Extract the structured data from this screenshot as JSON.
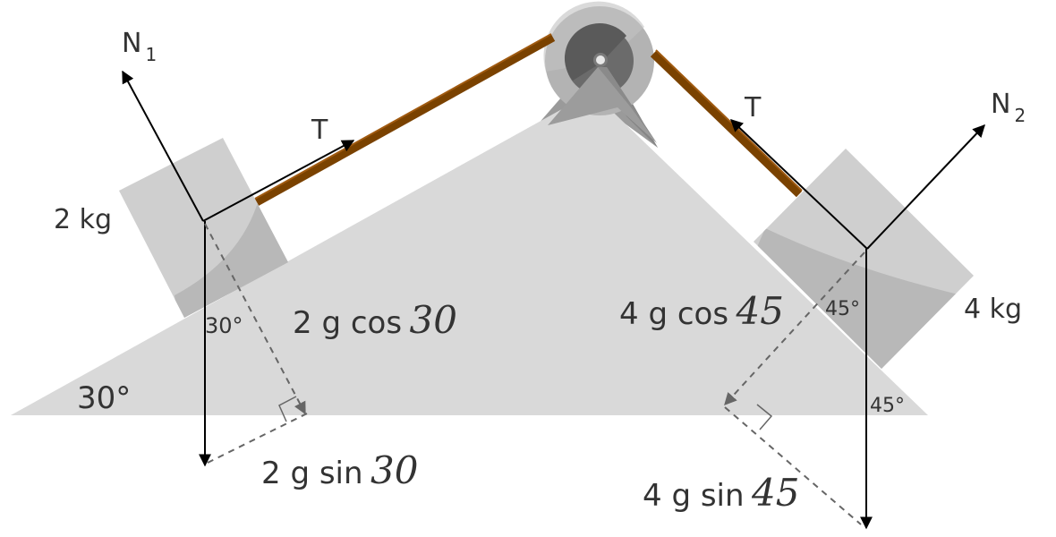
{
  "diagram": {
    "type": "free-body diagram: two blocks on a double incline connected over a pulley",
    "colors": {
      "incline": "#d9d9d9",
      "block_light": "#cfcfcf",
      "block_shade": "#b8b8b8",
      "rope": "#7a4200",
      "rope_highlight": "#a05a10",
      "pulley_outer": "#b3b3b3",
      "pulley_inner": "#6b6b6b",
      "pulley_hub": "#555555",
      "bracket": "#8f8f8f",
      "arrow": "#000000",
      "dashed": "#666666",
      "text": "#333333"
    },
    "left_block": {
      "mass_label": "2 kg",
      "normal_label": "N",
      "normal_sub": "1",
      "tension_label": "T",
      "angle_at_weight": "30°",
      "cos_component": {
        "prefix": "2 g cos",
        "value": "30"
      },
      "sin_component": {
        "prefix": "2 g sin",
        "value": "30"
      }
    },
    "right_block": {
      "mass_label": "4 kg",
      "normal_label": "N",
      "normal_sub": "2",
      "tension_label": "T",
      "angle_at_weight": "45°",
      "angle_at_ground": "45°",
      "cos_component": {
        "prefix": "4 g cos",
        "value": "45"
      },
      "sin_component": {
        "prefix": "4 g sin",
        "value": "45"
      }
    },
    "incline_angle_label": "30°"
  }
}
